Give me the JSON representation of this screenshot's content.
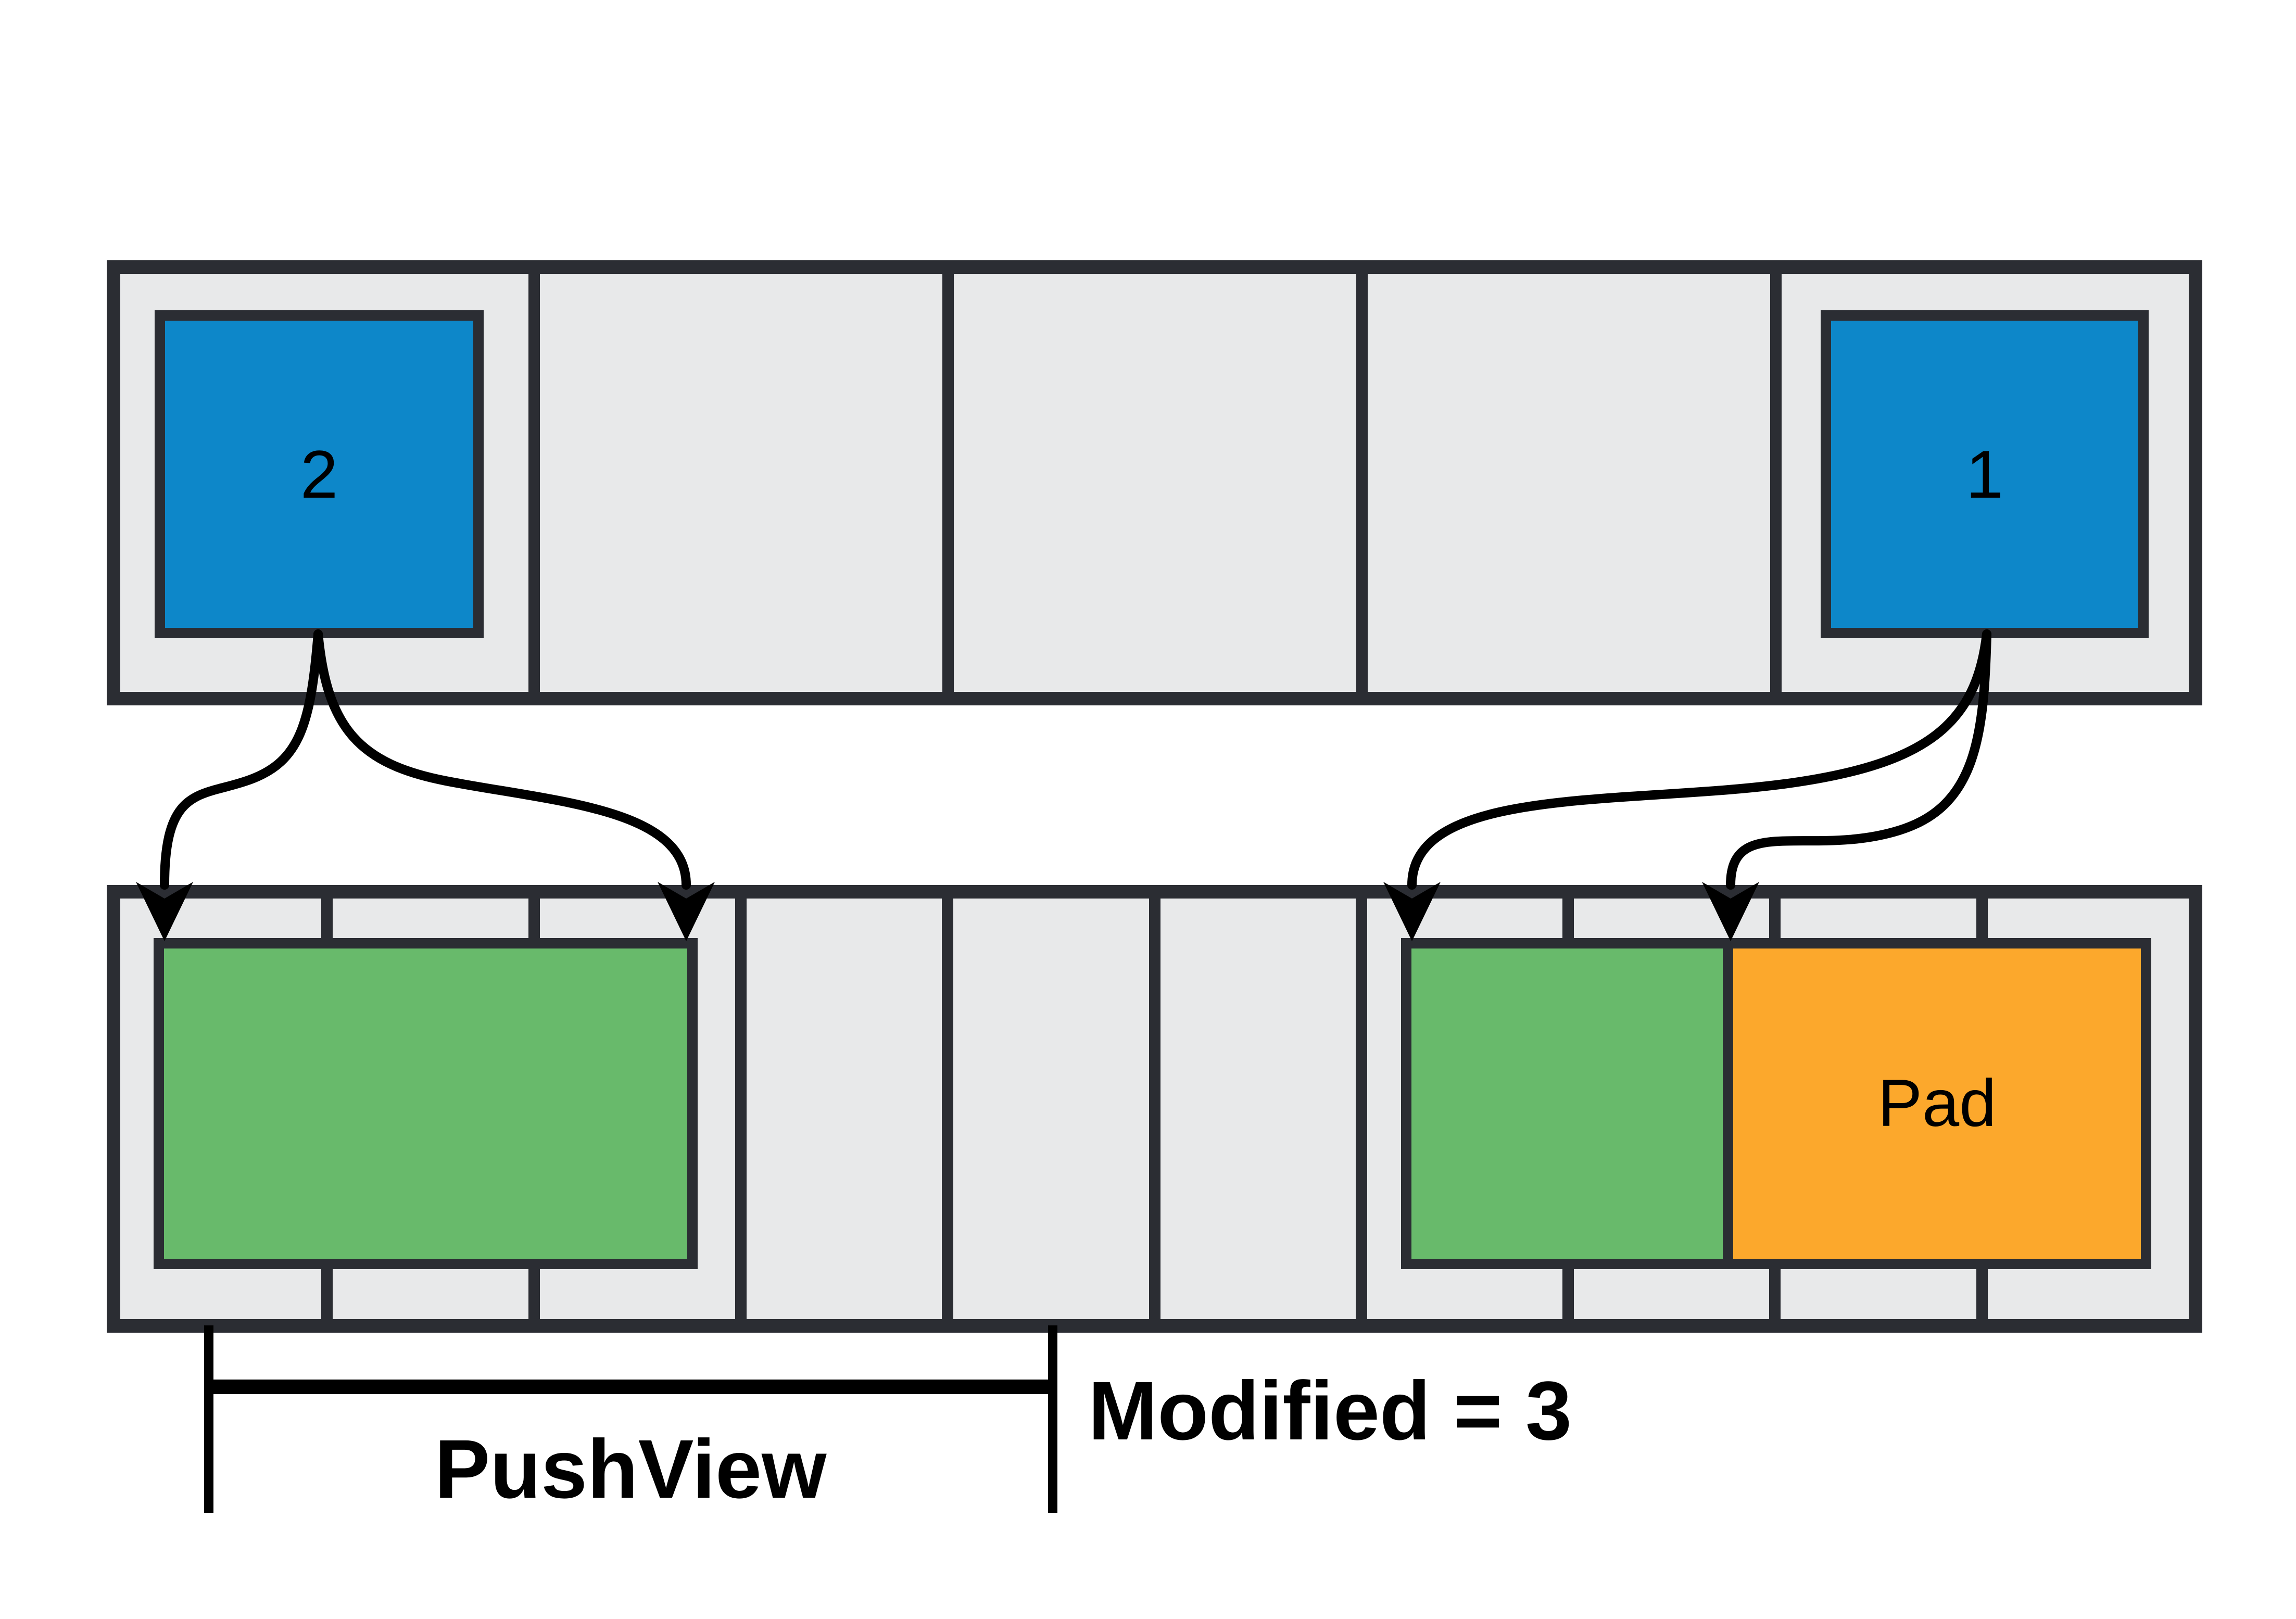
{
  "labels": {
    "block_2": "2",
    "block_1": "1",
    "pad": "Pad",
    "push_view": "PushView",
    "modified": "Modified = 3"
  },
  "structure": {
    "top_row_cells": 5,
    "bottom_row_cells": 10,
    "top_row_blocks": [
      "2",
      "1"
    ],
    "bottom_row_regions": [
      "pushed-green",
      "message-green",
      "pad-orange"
    ]
  },
  "colors": {
    "background": "#ffffff",
    "cell_gray": "#e8e9ea",
    "border_dark": "#2b2d33",
    "block_blue": "#0d87c9",
    "region_green": "#68ba6b",
    "pad_orange": "#fca82c",
    "ink_black": "#000000"
  }
}
